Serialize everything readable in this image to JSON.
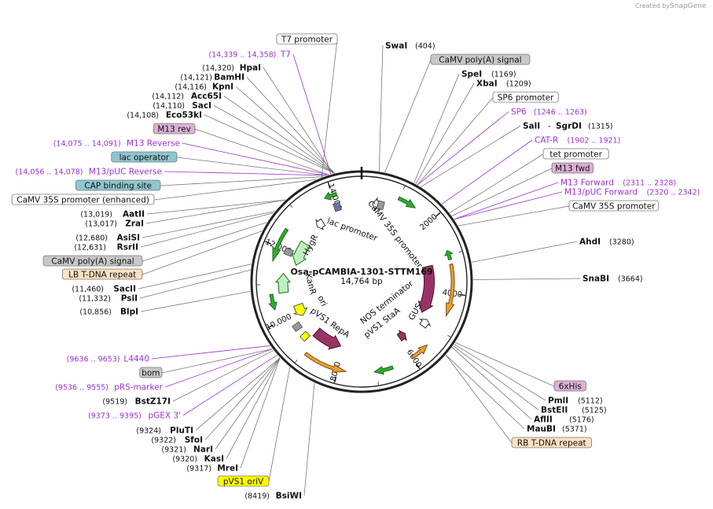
{
  "header": {
    "created_by": "Created by",
    "brand": "SnapGene"
  },
  "map": {
    "name": "Osa-pCAMBIA-1301-STTM169",
    "length_label": "14,764 bp",
    "ticks": [
      "2000",
      "4000",
      "6000",
      "8000",
      "10,000",
      "12,000",
      "14,000"
    ]
  },
  "colors": {
    "primer": "#9933cc",
    "enzyme": "#111111",
    "gray_box": "#c8c8c8",
    "white_box": "#ffffff",
    "teal_box": "#8ec6d0",
    "pink_box": "#ddb0d6",
    "peach_box": "#fde1c0",
    "yellow_box": "#ffff00",
    "maroon_feature": "#993366",
    "green_feature": "#33aa33",
    "orange_feature": "#e8a030"
  },
  "labels": [
    {
      "kind": "box",
      "text": "T7 promoter",
      "fill": "white"
    },
    {
      "kind": "primer",
      "range": "(14,339 .. 14,358)",
      "name": "T7"
    },
    {
      "kind": "enzyme",
      "name": "SwaI",
      "pos": "(404)"
    },
    {
      "kind": "box",
      "text": "CaMV poly(A) signal",
      "fill": "gray"
    },
    {
      "kind": "enzyme",
      "name": "HpaI",
      "pos": "(14,320)"
    },
    {
      "kind": "enzyme",
      "name": "BamHI",
      "pos": "(14,121)"
    },
    {
      "kind": "enzyme",
      "name": "KpnI",
      "pos": "(14,116)"
    },
    {
      "kind": "enzyme",
      "name": "Acc65I",
      "pos": "(14,112)"
    },
    {
      "kind": "enzyme",
      "name": "SacI",
      "pos": "(14,110)"
    },
    {
      "kind": "enzyme",
      "name": "Eco53kI",
      "pos": "(14,108)"
    },
    {
      "kind": "box",
      "text": "M13 rev",
      "fill": "pink"
    },
    {
      "kind": "primer",
      "range": "(14,075 .. 14,091)",
      "name": "M13 Reverse"
    },
    {
      "kind": "box",
      "text": "lac operator",
      "fill": "teal"
    },
    {
      "kind": "primer",
      "range": "(14,056 .. 14,078)",
      "name": "M13/pUC Reverse"
    },
    {
      "kind": "box",
      "text": "CAP binding site",
      "fill": "teal"
    },
    {
      "kind": "box",
      "text": "CaMV 35S promoter (enhanced)",
      "fill": "white"
    },
    {
      "kind": "enzyme",
      "name": "AatII",
      "pos": "(13,019)"
    },
    {
      "kind": "enzyme",
      "name": "ZraI",
      "pos": "(13,017)"
    },
    {
      "kind": "enzyme",
      "name": "AsiSI",
      "pos": "(12,680)"
    },
    {
      "kind": "enzyme",
      "name": "RsrII",
      "pos": "(12,631)"
    },
    {
      "kind": "box",
      "text": "CaMV poly(A) signal",
      "fill": "gray"
    },
    {
      "kind": "box",
      "text": "LB T-DNA repeat",
      "fill": "peach"
    },
    {
      "kind": "enzyme",
      "name": "SacII",
      "pos": "(11,460)"
    },
    {
      "kind": "enzyme",
      "name": "PsiI",
      "pos": "(11,332)"
    },
    {
      "kind": "enzyme",
      "name": "BlpI",
      "pos": "(10,856)"
    },
    {
      "kind": "primer",
      "range": "(9636 .. 9653)",
      "name": "L4440"
    },
    {
      "kind": "box",
      "text": "bom",
      "fill": "gray"
    },
    {
      "kind": "primer",
      "range": "(9536 .. 9555)",
      "name": "pRS-marker"
    },
    {
      "kind": "enzyme",
      "name": "BstZ17I",
      "pos": "(9519)"
    },
    {
      "kind": "primer",
      "range": "(9373 .. 9395)",
      "name": "pGEX 3'"
    },
    {
      "kind": "enzyme",
      "name": "PluTI",
      "pos": "(9324)"
    },
    {
      "kind": "enzyme",
      "name": "SfoI",
      "pos": "(9322)"
    },
    {
      "kind": "enzyme",
      "name": "NarI",
      "pos": "(9321)"
    },
    {
      "kind": "enzyme",
      "name": "KasI",
      "pos": "(9320)"
    },
    {
      "kind": "enzyme",
      "name": "MreI",
      "pos": "(9317)"
    },
    {
      "kind": "box",
      "text": "pVS1 oriV",
      "fill": "yellow"
    },
    {
      "kind": "enzyme",
      "name": "BsiWI",
      "pos": "(8419)"
    },
    {
      "kind": "enzyme",
      "name": "SpeI",
      "pos": "(1169)"
    },
    {
      "kind": "enzyme",
      "name": "XbaI",
      "pos": "(1209)"
    },
    {
      "kind": "box",
      "text": "SP6 promoter",
      "fill": "white"
    },
    {
      "kind": "primer",
      "range": "(1246 .. 1263)",
      "name": "SP6"
    },
    {
      "kind": "enzyme2",
      "name": "SalI",
      "name2": "SgrDI",
      "pos": "(1315)"
    },
    {
      "kind": "primer",
      "range": "(1902 .. 1921)",
      "name": "CAT-R"
    },
    {
      "kind": "box",
      "text": "tet promoter",
      "fill": "white"
    },
    {
      "kind": "box",
      "text": "M13 fwd",
      "fill": "pink"
    },
    {
      "kind": "primer",
      "range": "(2311 .. 2328)",
      "name": "M13 Forward"
    },
    {
      "kind": "primer",
      "range": "(2320 .. 2342)",
      "name": "M13/pUC Forward"
    },
    {
      "kind": "box",
      "text": "CaMV 35S promoter",
      "fill": "white"
    },
    {
      "kind": "enzyme",
      "name": "AhdI",
      "pos": "(3280)"
    },
    {
      "kind": "enzyme",
      "name": "SnaBI",
      "pos": "(3664)"
    },
    {
      "kind": "box",
      "text": "6xHis",
      "fill": "pink"
    },
    {
      "kind": "enzyme",
      "name": "PmlI",
      "pos": "(5112)"
    },
    {
      "kind": "enzyme",
      "name": "BstEII",
      "pos": "(5125)"
    },
    {
      "kind": "enzyme",
      "name": "AflII",
      "pos": "(5176)"
    },
    {
      "kind": "enzyme",
      "name": "MauBI",
      "pos": "(5371)"
    },
    {
      "kind": "box",
      "text": "RB T-DNA repeat",
      "fill": "peach"
    }
  ],
  "features": [
    {
      "name": "HygR",
      "color": "green_light"
    },
    {
      "name": "lac promoter",
      "color": "white"
    },
    {
      "name": "CaMV 35S promoter",
      "color": "white"
    },
    {
      "name": "KanR",
      "color": "green_light"
    },
    {
      "name": "ori",
      "color": "yellow"
    },
    {
      "name": "pVS1 RepA",
      "color": "maroon"
    },
    {
      "name": "pVS1 StaA",
      "color": "maroon"
    },
    {
      "name": "NOS terminator",
      "color": "white"
    },
    {
      "name": "GUS",
      "color": "maroon"
    }
  ]
}
